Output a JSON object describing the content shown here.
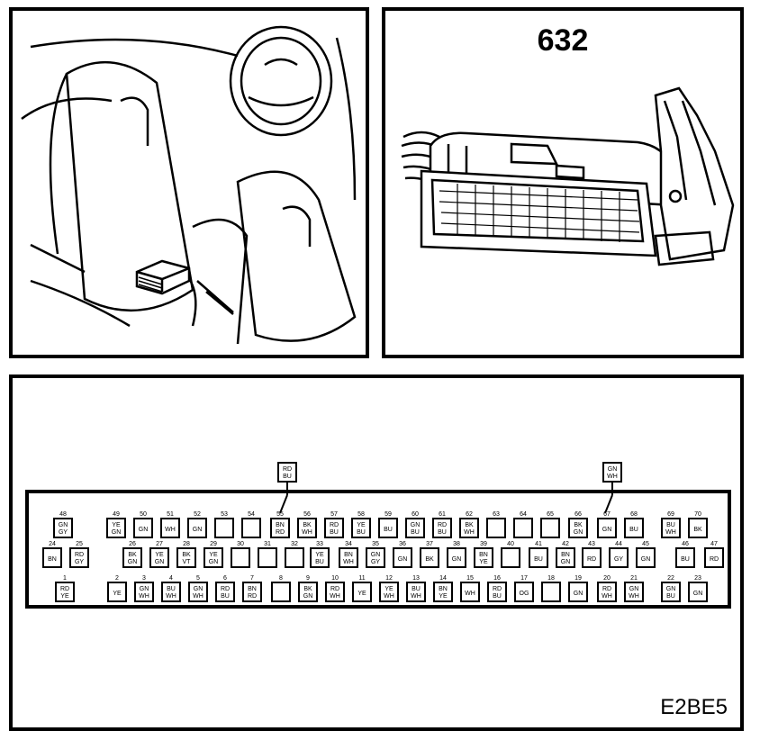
{
  "title": "632",
  "figure_code": "E2BE5",
  "connector": {
    "external_labels": [
      {
        "pin": "55",
        "lines": [
          "RD",
          "BU"
        ]
      },
      {
        "pin": "67",
        "lines": [
          "GN",
          "WH"
        ]
      }
    ],
    "row1": [
      {
        "n": "48",
        "c": [
          "GN",
          "GY"
        ]
      },
      {
        "n": "49",
        "c": [
          "YE",
          "GN"
        ]
      },
      {
        "n": "50",
        "c": [
          "GN"
        ]
      },
      {
        "n": "51",
        "c": [
          "WH"
        ]
      },
      {
        "n": "52",
        "c": [
          "GN"
        ]
      },
      {
        "n": "53",
        "c": []
      },
      {
        "n": "54",
        "c": []
      },
      {
        "n": "55",
        "c": [
          "BN",
          "RD"
        ]
      },
      {
        "n": "56",
        "c": [
          "BK",
          "WH"
        ]
      },
      {
        "n": "57",
        "c": [
          "RD",
          "BU"
        ]
      },
      {
        "n": "58",
        "c": [
          "YE",
          "BU"
        ]
      },
      {
        "n": "59",
        "c": [
          "BU"
        ]
      },
      {
        "n": "60",
        "c": [
          "GN",
          "BU"
        ]
      },
      {
        "n": "61",
        "c": [
          "RD",
          "BU"
        ]
      },
      {
        "n": "62",
        "c": [
          "BK",
          "WH"
        ]
      },
      {
        "n": "63",
        "c": []
      },
      {
        "n": "64",
        "c": []
      },
      {
        "n": "65",
        "c": []
      },
      {
        "n": "66",
        "c": [
          "BK",
          "GN"
        ]
      },
      {
        "n": "67",
        "c": [
          "GN"
        ]
      },
      {
        "n": "68",
        "c": [
          "BU"
        ]
      },
      {
        "n": "69",
        "c": [
          "BU",
          "WH"
        ]
      },
      {
        "n": "70",
        "c": [
          "BK"
        ]
      }
    ],
    "row2": [
      {
        "n": "24",
        "c": [
          "BN"
        ]
      },
      {
        "n": "25",
        "c": [
          "RD",
          "GY"
        ]
      },
      {
        "n": "26",
        "c": [
          "BK",
          "GN"
        ]
      },
      {
        "n": "27",
        "c": [
          "YE",
          "GN"
        ]
      },
      {
        "n": "28",
        "c": [
          "BK",
          "VT"
        ]
      },
      {
        "n": "29",
        "c": [
          "YE",
          "GN"
        ]
      },
      {
        "n": "30",
        "c": []
      },
      {
        "n": "31",
        "c": []
      },
      {
        "n": "32",
        "c": []
      },
      {
        "n": "33",
        "c": [
          "YE",
          "BU"
        ]
      },
      {
        "n": "34",
        "c": [
          "BN",
          "WH"
        ]
      },
      {
        "n": "35",
        "c": [
          "GN",
          "GY"
        ]
      },
      {
        "n": "36",
        "c": [
          "GN"
        ]
      },
      {
        "n": "37",
        "c": [
          "BK"
        ]
      },
      {
        "n": "38",
        "c": [
          "GN"
        ]
      },
      {
        "n": "39",
        "c": [
          "BN",
          "YE"
        ]
      },
      {
        "n": "40",
        "c": []
      },
      {
        "n": "41",
        "c": [
          "BU"
        ]
      },
      {
        "n": "42",
        "c": [
          "BN",
          "GN"
        ]
      },
      {
        "n": "43",
        "c": [
          "RD"
        ]
      },
      {
        "n": "44",
        "c": [
          "GY"
        ]
      },
      {
        "n": "45",
        "c": [
          "GN"
        ]
      },
      {
        "n": "46",
        "c": [
          "BU"
        ]
      },
      {
        "n": "47",
        "c": [
          "RD"
        ]
      }
    ],
    "row3": [
      {
        "n": "1",
        "c": [
          "RD",
          "YE"
        ]
      },
      {
        "n": "2",
        "c": [
          "YE"
        ]
      },
      {
        "n": "3",
        "c": [
          "GN",
          "WH"
        ]
      },
      {
        "n": "4",
        "c": [
          "BU",
          "WH"
        ]
      },
      {
        "n": "5",
        "c": [
          "GN",
          "WH"
        ]
      },
      {
        "n": "6",
        "c": [
          "RD",
          "BU"
        ]
      },
      {
        "n": "7",
        "c": [
          "BN",
          "RD"
        ]
      },
      {
        "n": "8",
        "c": []
      },
      {
        "n": "9",
        "c": [
          "BK",
          "GN"
        ]
      },
      {
        "n": "10",
        "c": [
          "RD",
          "WH"
        ]
      },
      {
        "n": "11",
        "c": [
          "YE"
        ]
      },
      {
        "n": "12",
        "c": [
          "YE",
          "WH"
        ]
      },
      {
        "n": "13",
        "c": [
          "BU",
          "WH"
        ]
      },
      {
        "n": "14",
        "c": [
          "BN",
          "YE"
        ]
      },
      {
        "n": "15",
        "c": [
          "WH"
        ]
      },
      {
        "n": "16",
        "c": [
          "RD",
          "BU"
        ]
      },
      {
        "n": "17",
        "c": [
          "OG"
        ]
      },
      {
        "n": "18",
        "c": []
      },
      {
        "n": "19",
        "c": [
          "GN"
        ]
      },
      {
        "n": "20",
        "c": [
          "RD",
          "WH"
        ]
      },
      {
        "n": "21",
        "c": [
          "GN",
          "WH"
        ]
      },
      {
        "n": "22",
        "c": [
          "GN",
          "BU"
        ]
      },
      {
        "n": "23",
        "c": [
          "GN"
        ]
      }
    ]
  }
}
